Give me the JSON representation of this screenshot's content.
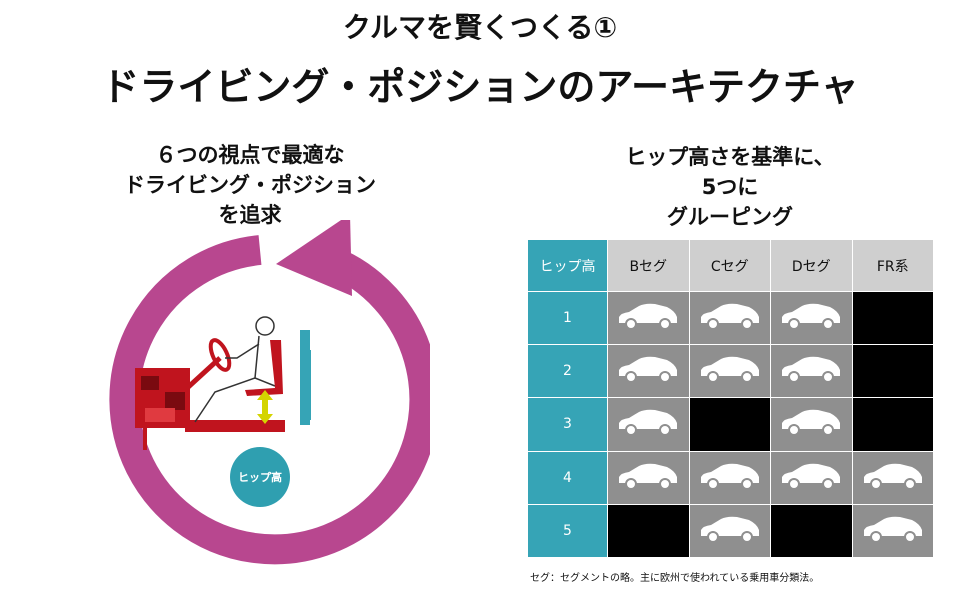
{
  "titles": {
    "line1": "クルマを賢くつくる①",
    "line2": "ドライビング・ポジションのアーキテクチャ"
  },
  "left_caption": [
    "６つの視点で最適な",
    "ドライビング・ポジション",
    "を追求"
  ],
  "right_caption": [
    "ヒップ高さを基準に、",
    "5つに",
    "グルーピング"
  ],
  "hip_label": "ヒップ高",
  "table": {
    "corner": "ヒップ高",
    "columns": [
      "Bセグ",
      "Cセグ",
      "Dセグ",
      "FR系"
    ],
    "rows": [
      {
        "label": "1",
        "cells": [
          "car",
          "car",
          "car",
          "none"
        ]
      },
      {
        "label": "2",
        "cells": [
          "car",
          "car",
          "car",
          "none"
        ]
      },
      {
        "label": "3",
        "cells": [
          "car",
          "none",
          "car",
          "none"
        ]
      },
      {
        "label": "4",
        "cells": [
          "car",
          "car",
          "car",
          "car"
        ]
      },
      {
        "label": "5",
        "cells": [
          "none",
          "car",
          "none",
          "car"
        ]
      }
    ]
  },
  "footnote": "セグ：セグメントの略。主に欧州で使われている乗用車分類法。",
  "colors": {
    "arrow": "#b8478f",
    "teal": "#36a4b6",
    "hip_arrow": "#e0e000",
    "engine": "#c0141e",
    "cell_gray": "#8f8f8f",
    "header_gray": "#cfcfcf"
  }
}
